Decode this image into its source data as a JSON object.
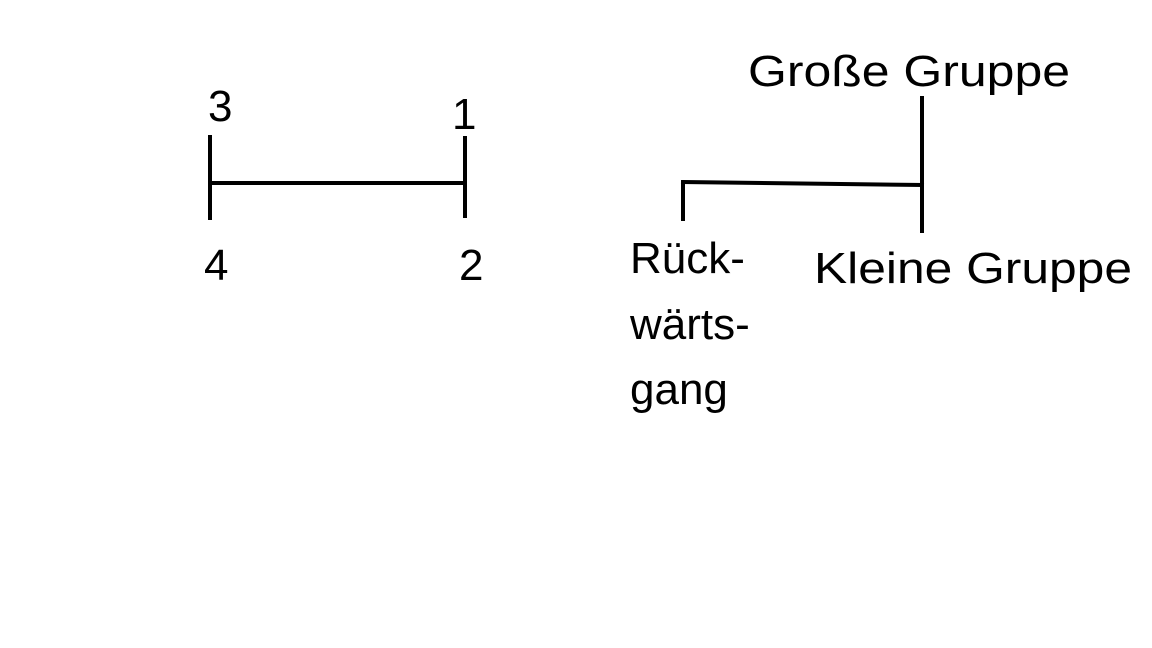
{
  "diagram": {
    "title": "Gear shift pattern",
    "left_pattern": {
      "gears": {
        "top_left": "3",
        "top_right": "1",
        "bottom_left": "4",
        "bottom_right": "2"
      }
    },
    "right_pattern": {
      "top_label": "Große Gruppe",
      "bottom_label": "Kleine Gruppe",
      "reverse_label_lines": [
        "Rück-",
        "wärts-",
        "gang"
      ]
    },
    "colors": {
      "ink": "#000000",
      "background": "#ffffff"
    }
  }
}
